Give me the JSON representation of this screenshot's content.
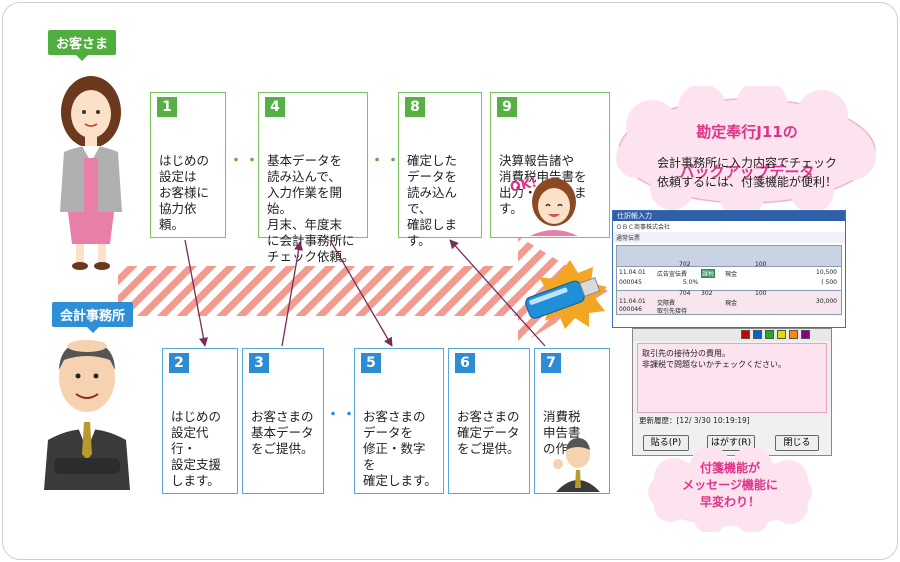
{
  "labels": {
    "customer": "お客さま",
    "accountant": "会計事務所"
  },
  "steps_customer": [
    {
      "num": "1",
      "text": "はじめの\n設定は\nお客様に\n協力依頼。"
    },
    {
      "num": "4",
      "text": "基本データを\n読み込んで、\n入力作業を開始。\n月末、年度末\nに会計事務所に\nチェック依頼。"
    },
    {
      "num": "8",
      "text": "確定した\nデータを\n読み込んで、\n確認します。"
    },
    {
      "num": "9",
      "text": "決算報告諸や\n消費税申告書を\n出力・提出します。"
    }
  ],
  "steps_accountant": [
    {
      "num": "2",
      "text": "はじめの\n設定代行・\n設定支援\nします。"
    },
    {
      "num": "3",
      "text": "お客さまの\n基本データ\nをご提供。"
    },
    {
      "num": "5",
      "text": "お客さまの\nデータを\n修正・数字を\n確定します。"
    },
    {
      "num": "6",
      "text": "お客さまの\n確定データ\nをご提供。"
    },
    {
      "num": "7",
      "text": "消費税\n申告書\nの作成"
    }
  ],
  "dots": "・・・",
  "ok_text": "OK!",
  "cloud_top": {
    "title_line1": "勘定奉行J11の",
    "title_line2": "バックアップデータ",
    "body": "会計事務所に入力内容でチェック\n依頼するには、付箋機能が便利！"
  },
  "cloud_bottom": {
    "text": "付箋機能が\nメッセージ機能に\n早変わり！"
  },
  "screen": {
    "title": "仕訳帳入力",
    "company": "ＯＢＣ商事株式会社",
    "toolbar_label": "通常伝票",
    "row1_date": "11.04.01",
    "row1_account": "広告宣伝費",
    "row1_tax": "課税",
    "row1_rate": "5.0%",
    "row1_amount": "10,500",
    "row1_amount2": "( 500",
    "row1_debit_code": "702",
    "row1_credit_code": "100",
    "row1_credit": "現金",
    "row1_slip": "000045",
    "row2_date": "11.04.01",
    "row2_account": "交際費",
    "row2_credit": "現金",
    "row2_amount": "30,000",
    "row2_debit_code": "704",
    "row2_credit_code": "100",
    "row2_mid": "302",
    "row2_slip": "000046",
    "row2_note": "取引先接待",
    "memo_text": "取引先の接待分の費用。\n非課税で問題ないかチェックください。",
    "updated": "更新履歴：[12/ 3/30 10:19:19]",
    "btn_paste": "貼る(P)",
    "btn_remove": "はがす(R)",
    "btn_close": "閉じる"
  },
  "colors": {
    "green": "#57b043",
    "blue": "#2d8cd3",
    "stripe": "#f29a8e",
    "cloud_title": "#e0348b"
  }
}
